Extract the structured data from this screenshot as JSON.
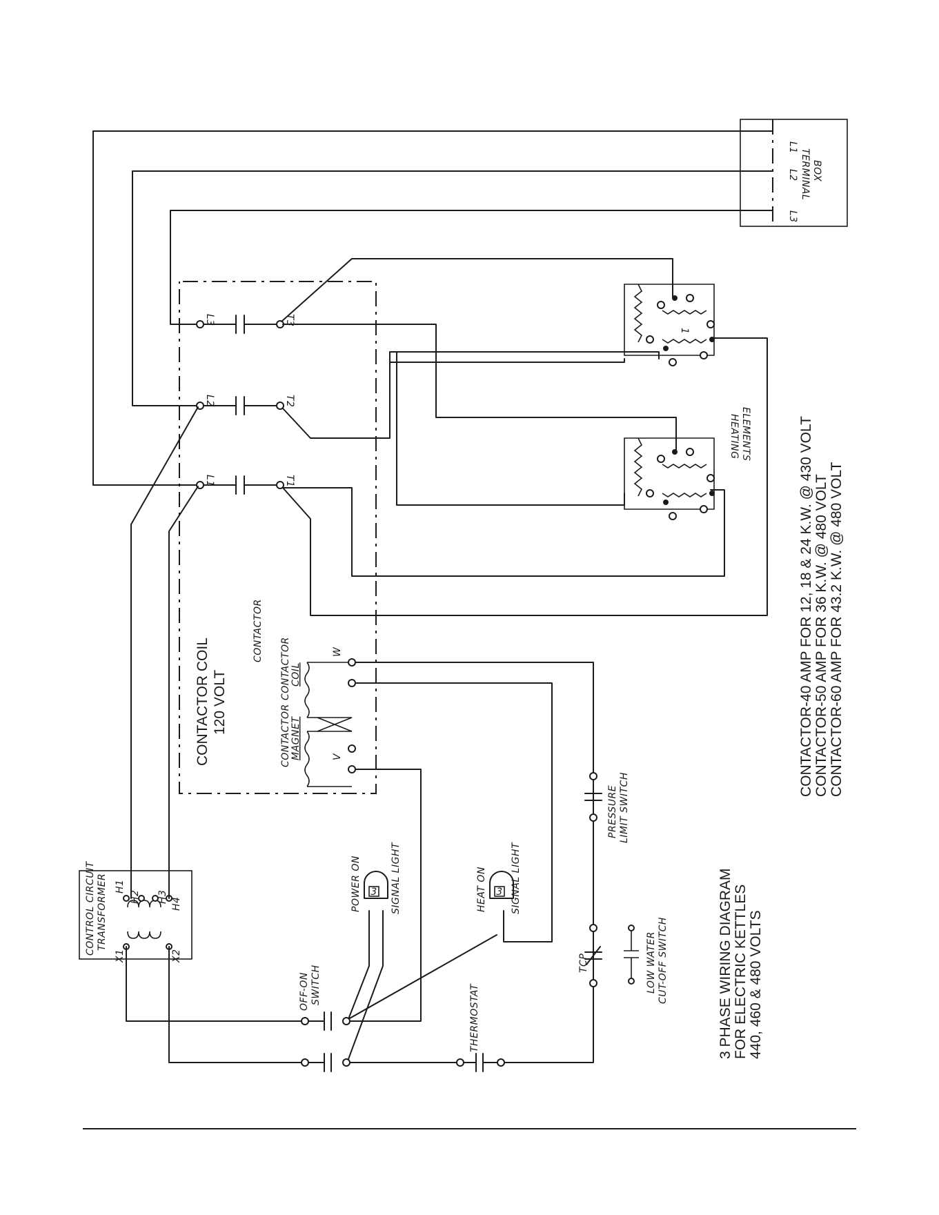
{
  "diagram": {
    "terminal_box": {
      "title_1": "TERMINAL",
      "title_2": "BOX",
      "terminals": [
        "L1",
        "L2",
        "L3"
      ]
    },
    "contactor": {
      "coil_title_1": "CONTACTOR COIL",
      "coil_title_2": "120 VOLT",
      "label": "CONTACTOR",
      "line_terminals": [
        "L1",
        "L2",
        "L3"
      ],
      "load_terminals": [
        "T1",
        "T2",
        "T3"
      ],
      "magnet_1": "CONTACTOR",
      "magnet_2": "MAGNET",
      "coil_1": "CONTACTOR",
      "coil_2": "COIL",
      "v_label": "V",
      "w_label": "W"
    },
    "heating_elements": {
      "label_1": "HEATING",
      "label_2": "ELEMENTS",
      "element_number": "1"
    },
    "transformer": {
      "label_1": "CONTROL CIRCUIT",
      "label_2": "TRANSFORMER",
      "primary": [
        "H1",
        "H2",
        "H3",
        "H4"
      ],
      "secondary": [
        "X1",
        "X2"
      ]
    },
    "components": {
      "power_on_1": "POWER ON",
      "power_on_2": "SIGNAL LIGHT",
      "heat_on_1": "HEAT ON",
      "heat_on_2": "SIGNAL LIGHT",
      "off_on_1": "OFF-ON",
      "off_on_2": "SWITCH",
      "thermostat": "THERMOSTAT",
      "tcp": "TCP",
      "low_water_1": "LOW WATER",
      "low_water_2": "CUT-OFF SWITCH",
      "pressure_1": "PRESSURE",
      "pressure_2": "LIMIT SWITCH",
      "lamp_letter": "3"
    },
    "notes": {
      "title_1": "3 PHASE WIRING DIAGRAM",
      "title_2": "FOR ELECTRIC KETTLES",
      "title_3": "440, 460 & 480 VOLTS",
      "rating_1": "CONTACTOR-40 AMP FOR 12, 18 & 24 K.W. @ 430 VOLT",
      "rating_2": "CONTACTOR-50 AMP FOR  36 K.W. @ 480 VOLT",
      "rating_3": "CONTACTOR-60 AMP FOR 43.2 K.W. @ 480 VOLT"
    }
  }
}
